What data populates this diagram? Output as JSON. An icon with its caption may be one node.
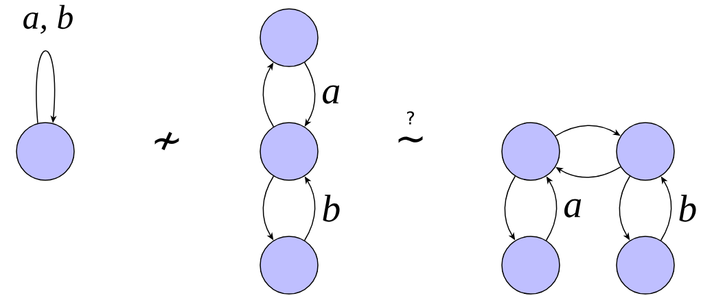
{
  "diagram": {
    "nodes": [
      {
        "text": [],
        "shape": "circle"
      },
      {
        "text": [],
        "shape": "circle"
      },
      {
        "text": [],
        "shape": "circle"
      },
      {
        "text": [],
        "shape": "circle"
      },
      {
        "text": [],
        "shape": "circle"
      },
      {
        "text": [],
        "shape": "circle"
      },
      {
        "text": [],
        "shape": "circle"
      },
      {
        "text": [],
        "shape": "circle"
      }
    ],
    "edges": [
      {
        "from": 0,
        "to": 0,
        "arrow": "to",
        "label": "a, b"
      },
      {
        "from": 1,
        "to": 2,
        "arrow": "to",
        "label": "a"
      },
      {
        "from": 2,
        "to": 1,
        "arrow": "to"
      },
      {
        "from": 2,
        "to": 3,
        "arrow": "to"
      },
      {
        "from": 3,
        "to": 2,
        "arrow": "to",
        "label": "b"
      },
      {
        "from": 4,
        "to": 5,
        "arrow": "to"
      },
      {
        "from": 5,
        "to": 4,
        "arrow": "to"
      },
      {
        "from": 4,
        "to": 6,
        "arrow": "to"
      },
      {
        "from": 6,
        "to": 4,
        "arrow": "to",
        "label": "a"
      },
      {
        "from": 5,
        "to": 7,
        "arrow": "to"
      },
      {
        "from": 7,
        "to": 5,
        "arrow": "to",
        "label": "b"
      }
    ],
    "labels": [
      "≁",
      "?",
      "∼"
    ]
  }
}
